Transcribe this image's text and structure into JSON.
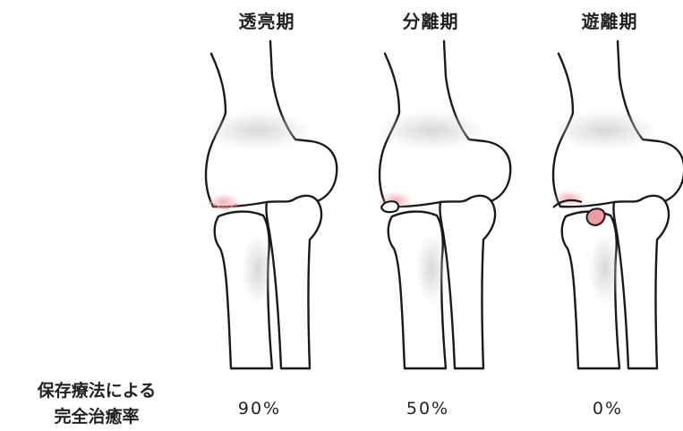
{
  "stages": [
    {
      "title": "透亮期",
      "rate": "90%",
      "lesion": "translucent"
    },
    {
      "title": "分離期",
      "rate": "50%",
      "lesion": "separated"
    },
    {
      "title": "遊離期",
      "rate": "0%",
      "lesion": "loose-body"
    }
  ],
  "row_label": {
    "line1": "保存療法による",
    "line2": "完全治癒率"
  },
  "colors": {
    "outline": "#1a1a1a",
    "bone_fill": "#ffffff",
    "shade": "#d9d9d9",
    "lesion_pink": "#f2a5ad",
    "lesion_dash": "#e0707c",
    "fragment": "#ef9aa4"
  }
}
